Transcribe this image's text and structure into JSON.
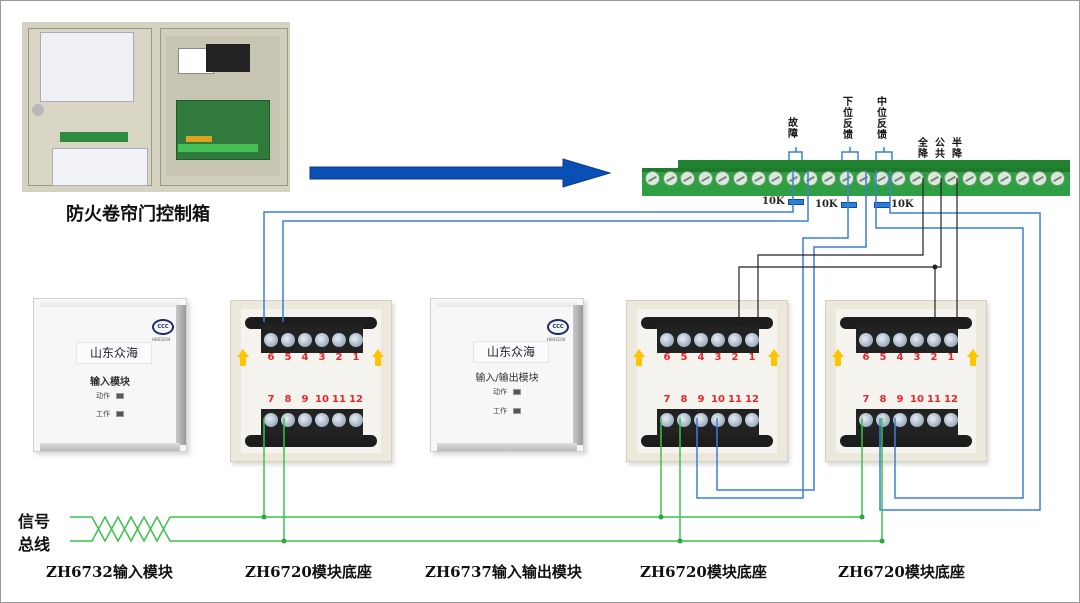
{
  "control_box": {
    "caption": "防火卷帘门控制箱"
  },
  "terminal_strip": {
    "labels": {
      "fault": [
        "故",
        "障"
      ],
      "lower_feedback": [
        "下",
        "位",
        "反",
        "馈"
      ],
      "middle_feedback": [
        "中",
        "位",
        "反",
        "馈"
      ],
      "full_down": [
        "全",
        "降"
      ],
      "common": [
        "公",
        "共"
      ],
      "half_down": [
        "半",
        "降"
      ]
    },
    "resistors": [
      "10K",
      "10K",
      "10K"
    ]
  },
  "modules": [
    {
      "brand": "山东众海",
      "title": "输入模块",
      "led_action": "动作",
      "led_work": "工作",
      "ccc": "CCC",
      "ccc_code": "H003104"
    },
    {
      "brand": "山东众海",
      "title": "输入/输出模块",
      "led_action": "动作",
      "led_work": "工作",
      "ccc": "CCC",
      "ccc_code": "H003104"
    }
  ],
  "base": {
    "top_terminals": [
      "6",
      "5",
      "4",
      "3",
      "2",
      "1"
    ],
    "bottom_terminals": [
      "7",
      "8",
      "9",
      "10",
      "11",
      "12"
    ]
  },
  "bus": {
    "label_line1": "信号",
    "label_line2": "总线"
  },
  "captions": [
    "ZH6732输入模块",
    "ZH6720模块底座",
    "ZH6737输入输出模块",
    "ZH6720模块底座",
    "ZH6720模块底座"
  ],
  "colors": {
    "blue_wire": "#3b7fd9",
    "black_wire": "#222222",
    "green_wire": "#3cc24a",
    "arrow": "#0a4fb3",
    "strip_green": "#2ea043",
    "terminal_number": "#e8262a",
    "up_arrow": "#ffc400"
  }
}
